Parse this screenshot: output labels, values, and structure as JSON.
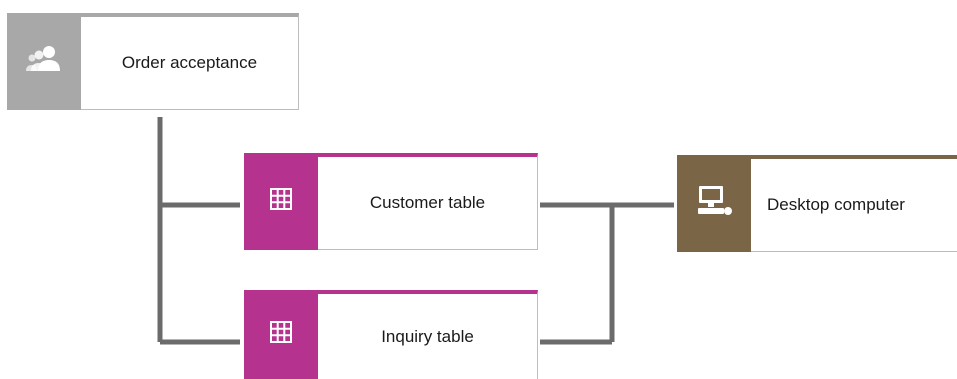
{
  "colors": {
    "org_unit": "#a8a8a8",
    "table": "#b5338f",
    "hardware": "#7a6646",
    "connector": "#6b6b6b"
  },
  "nodes": {
    "order_acceptance": {
      "label": "Order acceptance",
      "icon": "people-group-icon"
    },
    "customer_table": {
      "label": "Customer table",
      "icon": "table-grid-icon"
    },
    "inquiry_table": {
      "label": "Inquiry table",
      "icon": "table-grid-icon"
    },
    "desktop_computer": {
      "label": "Desktop computer",
      "icon": "desktop-computer-icon"
    }
  }
}
